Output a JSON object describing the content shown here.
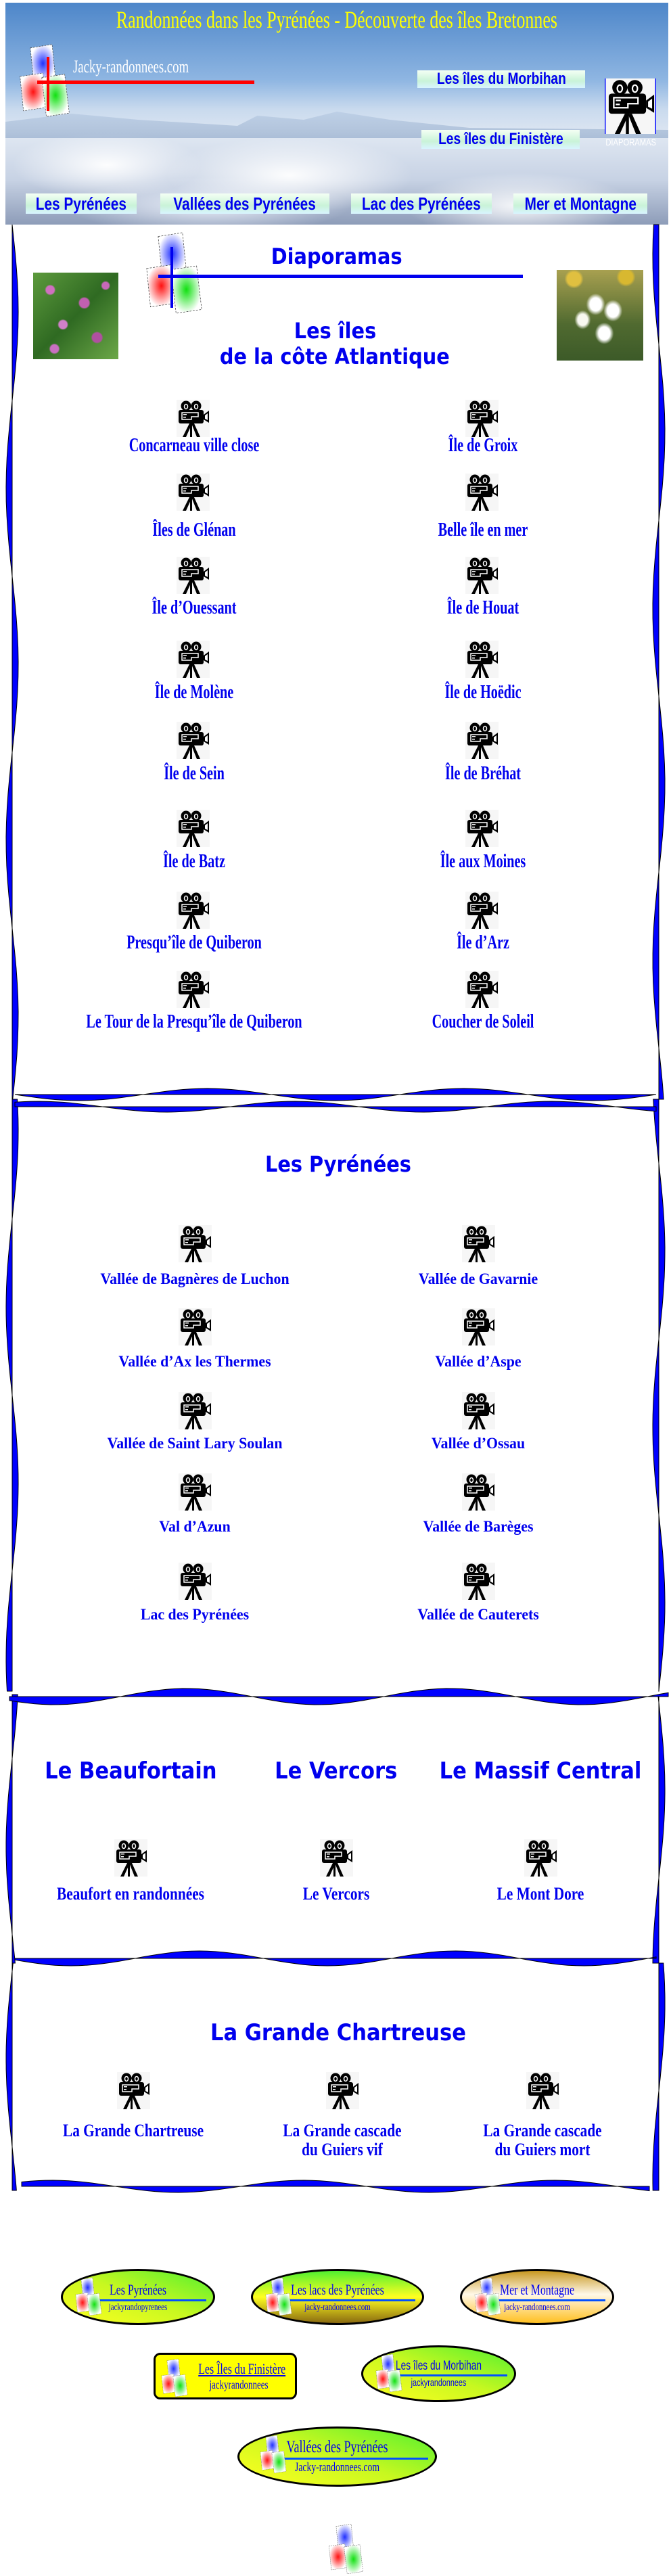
{
  "header": {
    "title": "Randonnées dans les Pyrénées  -  Découverte des îles Bretonnes",
    "site_name": "Jacky-randonnees.com",
    "link_morbihan": "Les îles du Morbihan",
    "link_finistere": "Les îles du Finistère",
    "diaporamas_label": "DIAPORAMAS",
    "nav": [
      "Les Pyrénées",
      "Vallées des Pyrénées",
      "Lac des Pyrénées",
      "Mer et Montagne"
    ]
  },
  "section_iles": {
    "heading": "Diaporamas",
    "title_line1": "Les îles",
    "title_line2": "de la côte Atlantique",
    "rows": [
      [
        "Concarneau ville close",
        "Île de Groix"
      ],
      [
        "Îles de Glénan",
        "Belle île en mer"
      ],
      [
        "Île d’Ouessant",
        "Île de Houat"
      ],
      [
        "Île de Molène",
        "Île de Hoëdic"
      ],
      [
        "Île de Sein",
        "Île de Bréhat"
      ],
      [
        "Île de Batz",
        "Île aux Moines"
      ],
      [
        "Presqu’île de Quiberon",
        "Île d’Arz"
      ],
      [
        "Le Tour de la Presqu’île de Quiberon",
        "Coucher de Soleil"
      ]
    ]
  },
  "section_pyrenees": {
    "title": "Les Pyrénées",
    "rows": [
      [
        "Vallée de Bagnères de Luchon",
        "Vallée de Gavarnie"
      ],
      [
        "Vallée d’Ax les Thermes",
        "Vallée d’Aspe"
      ],
      [
        "Vallée de Saint Lary Soulan",
        "Vallée d’Ossau"
      ],
      [
        "Val d’Azun",
        "Vallée de Barèges"
      ],
      [
        "Lac des Pyrénées",
        "Vallée de Cauterets"
      ]
    ]
  },
  "section_regions": {
    "columns": [
      {
        "title": "Le Beaufortain",
        "item": "Beaufort en randonnées"
      },
      {
        "title": "Le Vercors",
        "item": "Le Vercors"
      },
      {
        "title": "Le Massif Central",
        "item": "Le Mont Dore"
      }
    ]
  },
  "section_chartreuse": {
    "title": "La Grande Chartreuse",
    "items": [
      [
        "La Grande Chartreuse"
      ],
      [
        "La Grande cascade",
        "du Guiers vif"
      ],
      [
        "La Grande cascade",
        "du Guiers mort"
      ]
    ]
  },
  "footer_badges": [
    {
      "title": "Les Pyrénées",
      "subtitle": "jackyrandopyrenees"
    },
    {
      "title": "Les lacs des Pyrénées",
      "subtitle": "jacky-randonnees.com"
    },
    {
      "title": "Mer et Montagne",
      "subtitle": "jacky-randonnees.com"
    },
    {
      "title": "Les Îles du Finistère",
      "subtitle": "jackyrandonnees"
    },
    {
      "title": "Les îles du Morbihan",
      "subtitle": "jackyrandonnees"
    },
    {
      "title": "Vallées des Pyrénées",
      "subtitle": "Jacky-randonnees.com"
    }
  ],
  "colors": {
    "link": "#0000ee",
    "frame": "#0000ff",
    "title": "#ffff00"
  }
}
